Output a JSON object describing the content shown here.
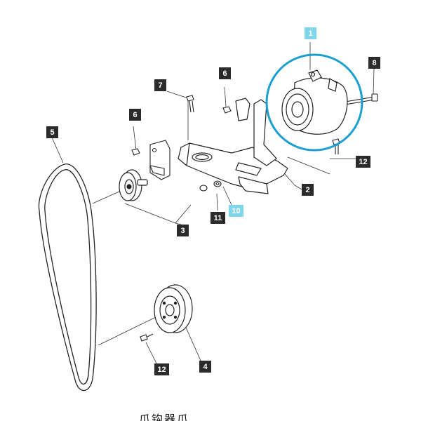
{
  "callouts": [
    {
      "label": "1"
    },
    {
      "label": "2"
    },
    {
      "label": "3"
    },
    {
      "label": "4"
    },
    {
      "label": "5"
    },
    {
      "label": "6"
    },
    {
      "label": "6"
    },
    {
      "label": "7"
    },
    {
      "label": "8"
    },
    {
      "label": "10"
    },
    {
      "label": "11"
    },
    {
      "label": "12"
    },
    {
      "label": "12"
    }
  ],
  "colors": {
    "highlight": "#7fd6ea",
    "circle": "#1a9fd0",
    "line": "#222222",
    "callout_bg": "#2b2b2b"
  },
  "footer": {
    "text": "爪钩器爪"
  }
}
